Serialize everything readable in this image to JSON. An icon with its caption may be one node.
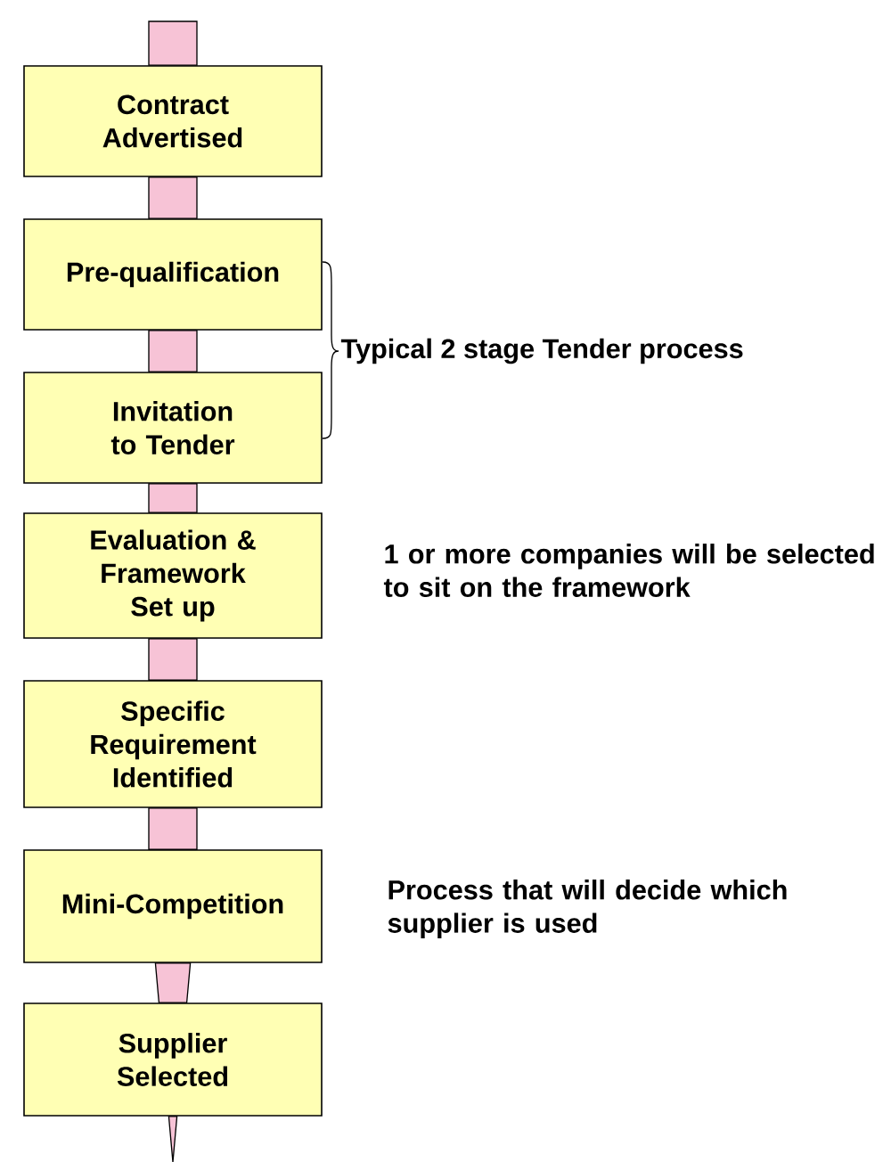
{
  "diagram": {
    "nodes": [
      {
        "text": [
          "Contract Advertised"
        ]
      },
      {
        "text": [
          "Pre-qualification"
        ]
      },
      {
        "text": [
          "Invitation to Tender"
        ]
      },
      {
        "text": [
          "Evaluation & Framework Set up"
        ],
        "beside": [
          "1 or more companies will be selected to sit on the framework"
        ]
      },
      {
        "text": [
          "Specific Requirement Identified"
        ]
      },
      {
        "text": [
          "Mini-Competition"
        ],
        "beside": [
          "Process that will decide which supplier is used"
        ]
      },
      {
        "text": [
          "Supplier Selected"
        ]
      }
    ],
    "edges": [
      {
        "from": null,
        "to": 0,
        "arrow": "none"
      },
      {
        "from": 0,
        "to": 1,
        "arrow": "none"
      },
      {
        "from": 1,
        "to": 2,
        "arrow": "none"
      },
      {
        "from": 2,
        "to": 3,
        "arrow": "none"
      },
      {
        "from": 3,
        "to": 4,
        "arrow": "none"
      },
      {
        "from": 4,
        "to": 5,
        "arrow": "none"
      },
      {
        "from": 5,
        "to": 6,
        "arrow": "none"
      },
      {
        "from": 6,
        "to": null,
        "arrow": "to"
      }
    ],
    "labels": [
      "Typical 2 stage Tender process"
    ]
  }
}
